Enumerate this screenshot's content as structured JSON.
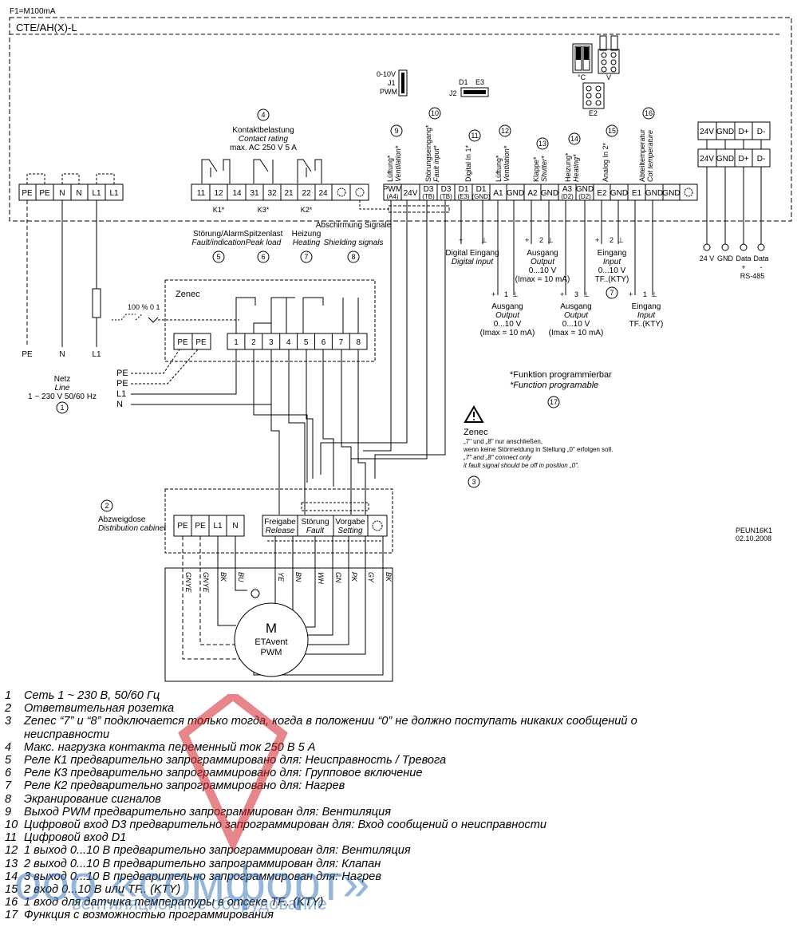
{
  "fuse_label": "F1=M100mA",
  "device_title": "CTE/AH(X)-L",
  "jumper_j1": [
    "0-10V",
    "J1",
    "PWM"
  ],
  "jumper_j2": [
    "D1",
    "E3",
    "J2"
  ],
  "dip_labels": [
    "°C",
    "V",
    "E2"
  ],
  "left_terminals": [
    "PE",
    "PE",
    "N",
    "N",
    "L1",
    "L1"
  ],
  "relay_terminals": [
    "11",
    "12",
    "14",
    "31",
    "32",
    "21",
    "22",
    "24"
  ],
  "relay_names": [
    "K1*",
    "K3*",
    "K2*"
  ],
  "contact_rating": {
    "num": "4",
    "title": "Kontaktbelastung",
    "subtitle": "Contact rating",
    "value": "max. AC 250 V 5 A"
  },
  "io_terminals": [
    {
      "top": "PWM",
      "bottom": "(A4)"
    },
    {
      "top": "24V",
      "bottom": ""
    },
    {
      "top": "D3",
      "bottom": "(TB)"
    },
    {
      "top": "D3",
      "bottom": "(TB)"
    },
    {
      "top": "D1",
      "bottom": "(E3)"
    },
    {
      "top": "D1",
      "bottom": "(GND)"
    },
    {
      "top": "A1",
      "bottom": ""
    },
    {
      "top": "GND",
      "bottom": ""
    },
    {
      "top": "A2",
      "bottom": ""
    },
    {
      "top": "GND",
      "bottom": ""
    },
    {
      "top": "A3",
      "bottom": "(D2)"
    },
    {
      "top": "GND",
      "bottom": "(D2)"
    },
    {
      "top": "E2",
      "bottom": ""
    },
    {
      "top": "GND",
      "bottom": ""
    },
    {
      "top": "E1",
      "bottom": ""
    },
    {
      "top": "GND",
      "bottom": ""
    },
    {
      "top": "GND",
      "bottom": ""
    }
  ],
  "io_vertical_labels": [
    {
      "num": "9",
      "de": "Lüftung*",
      "en": "Ventilation*"
    },
    {
      "num": "10",
      "de": "Störungseingang*",
      "en": "Fault input*"
    },
    {
      "num": "11",
      "de": "Digital In 1*",
      "en": ""
    },
    {
      "num": "12",
      "de": "Lüftung*",
      "en": "Ventilation*"
    },
    {
      "num": "13",
      "de": "Klappe*",
      "en": "Shutter*"
    },
    {
      "num": "14",
      "de": "Heizung*",
      "en": "Heating*"
    },
    {
      "num": "15",
      "de": "Analog In 2*",
      "en": ""
    },
    {
      "num": "16",
      "de": "Abteiltemperatur",
      "en": "Cot temperature"
    }
  ],
  "rs485_terminals": [
    "24V",
    "GND",
    "D+",
    "D-"
  ],
  "rs485_labels": {
    "pins": [
      "24 V",
      "GND",
      "Data",
      "Data"
    ],
    "signs": [
      "+",
      "-"
    ],
    "name": "RS-485"
  },
  "relay_functions": [
    {
      "de": "Störung/Alarm",
      "en": "Fault/indication",
      "num": "5"
    },
    {
      "de": "Spitzenlast",
      "en": "Peak load",
      "num": "6"
    },
    {
      "de": "Heizung",
      "en": "Heating",
      "num": "7"
    },
    {
      "de": "Abschirmung Signale",
      "en": "Shielding signals",
      "num": "8"
    }
  ],
  "io_blocks": {
    "digital": {
      "de": "Digital Eingang",
      "en": "Digital input",
      "signs": [
        "+",
        "⊥"
      ]
    },
    "out1": {
      "de": "Ausgang",
      "en": "Output",
      "range": "0...10 V",
      "imax": "(Imax = 10 mA)",
      "signs": [
        "+",
        "1",
        "⊥"
      ]
    },
    "out2": {
      "de": "Ausgang",
      "en": "Output",
      "range": "0...10 V",
      "imax": "(Imax = 10 mA)",
      "signs": [
        "+",
        "2",
        "⊥"
      ]
    },
    "out3": {
      "de": "Ausgang",
      "en": "Output",
      "range": "0...10 V",
      "imax": "(Imax = 10 mA)",
      "signs": [
        "+",
        "3",
        "⊥"
      ]
    },
    "in2": {
      "de": "Eingang",
      "en": "Input",
      "range": "0...10 V",
      "extra": "TF..(KTY)",
      "num": "7",
      "signs": [
        "+",
        "2",
        "⊥"
      ]
    },
    "in1": {
      "de": "Eingang",
      "en": "Input",
      "extra": "TF..(KTY)",
      "signs": [
        "+",
        "1",
        "⊥"
      ]
    }
  },
  "line": {
    "pe": "PE",
    "n": "N",
    "l1": "L1",
    "de": "Netz",
    "en": "Line",
    "spec": "1 ~ 230 V 50/60 Hz",
    "num": "1"
  },
  "switch_label": "100 % 0 1",
  "zenec_box": {
    "name": "Zenec",
    "pe": [
      "PE",
      "PE"
    ],
    "terms": [
      "1",
      "2",
      "3",
      "4",
      "5",
      "6",
      "7",
      "8"
    ],
    "feed": [
      "PE",
      "PE",
      "L1",
      "N"
    ]
  },
  "cabinet": {
    "num": "2",
    "de": "Abzweigdose",
    "en": "Distribution cabinet",
    "terms": [
      "PE",
      "PE",
      "L1",
      "N"
    ],
    "groups": [
      {
        "de": "Freigabe",
        "en": "Release"
      },
      {
        "de": "Störung",
        "en": "Fault"
      },
      {
        "de": "Vorgabe",
        "en": "Setting"
      }
    ]
  },
  "wire_colors": [
    "GNYE",
    "GNYE",
    "BK",
    "BU",
    "YE",
    "BN",
    "WH",
    "GN",
    "PK",
    "GY",
    "BK"
  ],
  "motor": {
    "m": "M",
    "name": "ETAvent",
    "sub": "PWM"
  },
  "footnote": {
    "de": "*Funktion programmierbar",
    "en": "*Function programable",
    "num": "17"
  },
  "warning": {
    "title": "Zenec",
    "l1": "„7\" und „8\" nur anschließen,",
    "l2": "wenn keine Störmeldung in Stellung „0\" erfolgen soll.",
    "l3": "„7\" and „8\" connect only",
    "l4": "it fault signal should be off in position „0\".",
    "num": "3"
  },
  "doc_code": [
    "PEUN16K1",
    "02.10.2008"
  ],
  "legend": [
    {
      "n": "1",
      "t": "Сеть 1 ~ 230 В, 50/60 Гц"
    },
    {
      "n": "2",
      "t": "Ответвительная розетка"
    },
    {
      "n": "3",
      "t": "Zenec “7” и “8” подключается только тогда, когда в положении “0” не должно поступать никаких сообщений о неисправности"
    },
    {
      "n": "4",
      "t": "Макс. нагрузка контакта  переменный ток 250 В 5 А"
    },
    {
      "n": "5",
      "t": "Реле К1 предварительно запрограммировано для: Неисправность / Тревога"
    },
    {
      "n": "6",
      "t": "Реле К3 предварительно запрограммировано для: Групповое включение"
    },
    {
      "n": "7",
      "t": "Реле К2 предварительно запрограммировано для: Нагрев"
    },
    {
      "n": "8",
      "t": "Экранирование сигналов"
    },
    {
      "n": "9",
      "t": "Выход PWM предварительно запрограммирован для: Вентиляция"
    },
    {
      "n": "10",
      "t": " Цифровой вход D3 предварительно запрограммирован для: Вход сообщений о неисправности"
    },
    {
      "n": "11",
      "t": " Цифровой вход  D1"
    },
    {
      "n": "12",
      "t": " 1 выход 0...10 В предварительно запрограммирован для: Вентиляция"
    },
    {
      "n": "13",
      "t": " 2 выход 0...10 В предварительно запрограммирован для: Клапан"
    },
    {
      "n": "14",
      "t": " 3 выход 0...10 В предварительно запрограммирован для: Нагрев"
    },
    {
      "n": "15",
      "t": " 2 вход 0...10 В или TF.. (KTY)"
    },
    {
      "n": "16",
      "t": " 1 вход для датчика температуры в отсеке TF.. (KTY)"
    },
    {
      "n": "17",
      "t": " Функция с возможностью программирования"
    }
  ],
  "watermark": {
    "brand": "ооо «сомфорт»",
    "tagline": "вентиляционное оборудование",
    "color": "#2e6db4",
    "accent": "#d2232a"
  }
}
